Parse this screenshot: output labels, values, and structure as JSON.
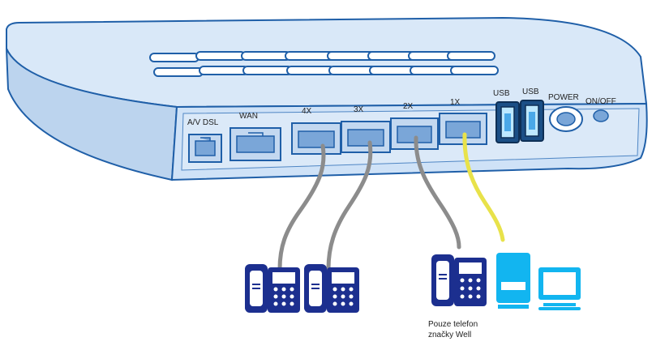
{
  "ports": {
    "adsl": "A/V DSL",
    "wan": "WAN",
    "p4": "4X",
    "p3": "3X",
    "p2": "2X",
    "p1": "1X",
    "usb1": "USB",
    "usb2": "USB",
    "power": "POWER",
    "onoff": "ON/OFF"
  },
  "note": {
    "line1": "Pouze telefon",
    "line2": "značky Well"
  },
  "colors": {
    "router_body": "#cfe2f7",
    "router_outline": "#1f5fa8",
    "phone": "#1c2f8f",
    "device_cyan": "#12b5f0",
    "cable_gray": "#8c8c8c",
    "cable_yellow": "#e8e24a"
  }
}
